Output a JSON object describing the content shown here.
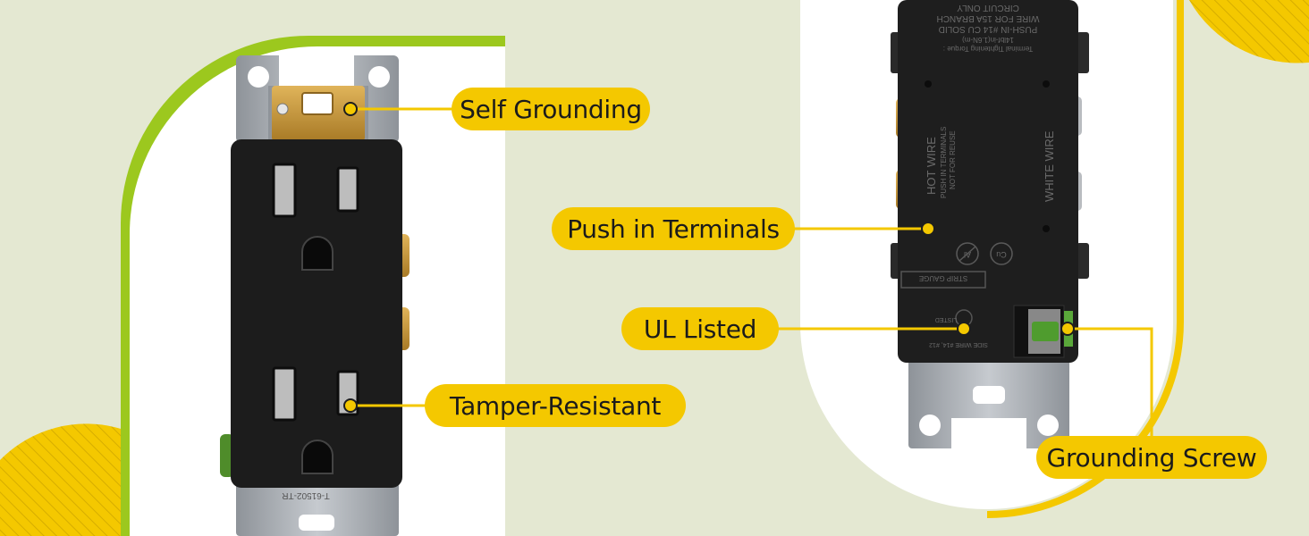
{
  "callouts": {
    "self_grounding": "Self Grounding",
    "tamper_resistant": "Tamper-Resistant",
    "push_in_terminals": "Push in Terminals",
    "ul_listed": "UL Listed",
    "grounding_screw": "Grounding Screw"
  },
  "front_outlet": {
    "model_code": "T-61502-TR"
  },
  "back_outlet": {
    "label_lines": [
      "CIRCUIT ONLY",
      "WIRE FOR 15A BRANCH",
      "PUSH-IN #14 CU SOLID",
      "14lbf-in(1.6N-m)",
      "Terminal Tightening Torque :"
    ],
    "hot_wire": "HOT WIRE",
    "push_in_note_1": "PUSH IN TERMINALS",
    "push_in_note_2": "NOT FOR REUSE",
    "white_wire": "WHITE WIRE",
    "cu_mark": "Cu",
    "al_mark": "Al",
    "strip_gauge": "STRIP GAUGE",
    "side_wire": "SIDE WIRE #14, #12",
    "listed_mark": "LISTED"
  },
  "colors": {
    "background": "#e4e8d2",
    "accent_yellow": "#f4c800",
    "accent_green": "#9cc81e",
    "panel_white": "#ffffff",
    "outlet_body": "#1c1c1c",
    "brass": "#c89a3c",
    "steel": "#a9adb2"
  }
}
